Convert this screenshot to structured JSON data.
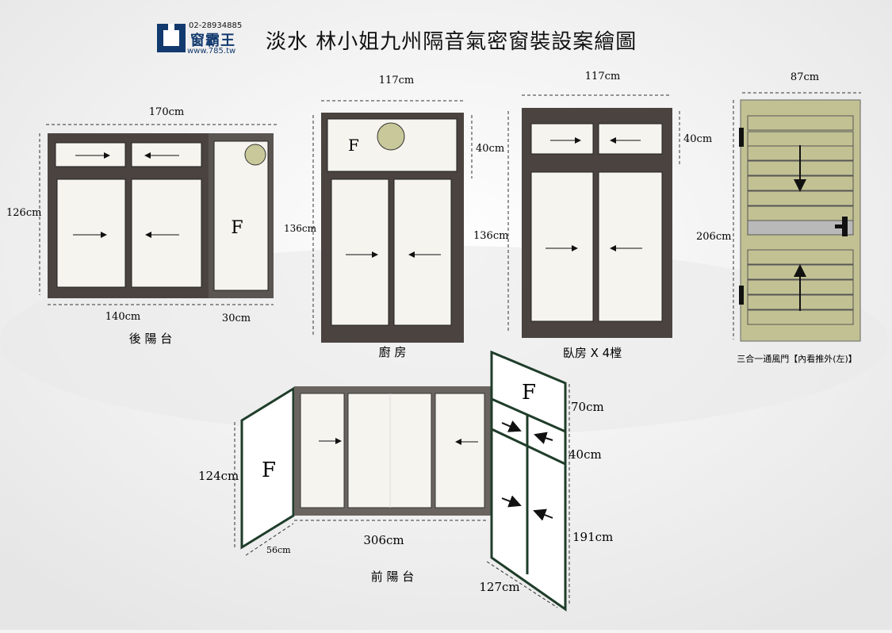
{
  "logo": {
    "phone": "02-28934885",
    "name": "窗霸王",
    "url": "www.785.tw"
  },
  "title": "淡水 林小姐九州隔音氣密窗裝設案繪圖",
  "rear_balcony": {
    "width_total": "170cm",
    "height": "126cm",
    "width_main": "140cm",
    "width_side": "30cm",
    "fixed": "F",
    "caption": "後 陽 台"
  },
  "kitchen": {
    "width": "117cm",
    "top_height": "40cm",
    "height": "136cm",
    "fixed": "F",
    "caption": "廚 房"
  },
  "bedroom": {
    "width": "117cm",
    "top_height": "40cm",
    "height": "136cm",
    "caption": "臥房 X 4樘"
  },
  "vent_door": {
    "width": "87cm",
    "height": "206cm",
    "caption": "三合一通風門【內看推外(左)】"
  },
  "front_balcony": {
    "left_height": "124cm",
    "left_depth": "56cm",
    "width": "306cm",
    "right_top": "70cm",
    "right_mid": "40cm",
    "right_bottom": "191cm",
    "right_depth": "127cm",
    "fixed_left": "F",
    "fixed_right": "F",
    "caption": "前 陽 台"
  },
  "colors": {
    "frame": "#4a4340",
    "glass": "#f5f4ee",
    "door_panel": "#c2c193",
    "circle": "#c8c89a",
    "front_line": "#1f3d2a"
  }
}
